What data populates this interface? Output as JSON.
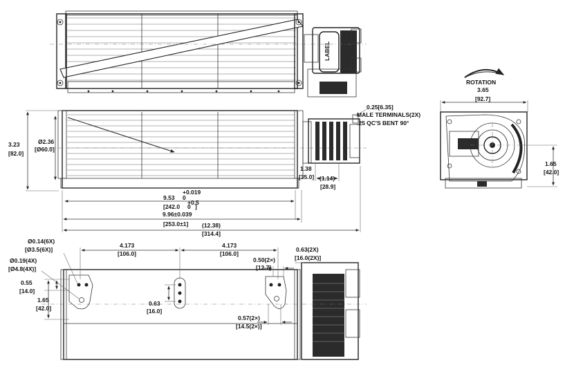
{
  "drawing": {
    "label_text": "LABEL",
    "rotation_text": "ROTATION",
    "dimensions": {
      "width_365": "3.65",
      "width_927": "[92.7]",
      "right_165": "1.65",
      "right_420": "[42.0]",
      "terminals_025": "0.25[6.35]",
      "terminals_male": "MALE TERMINALS(2X)",
      "terminals_qc": ".25 QC'S BENT 90°",
      "height_323": "3.23",
      "height_820": "[82.0]",
      "dia_236": "Ø2.36",
      "dia_600": "[Ø60.0]",
      "d_138": "1.38",
      "d_350": "[35.0]",
      "d_114": "(1.14)",
      "d_289": "[28.9]",
      "len_953": "9.53",
      "len_953_tol_plus": "+0.019",
      "len_953_tol_minus": "0",
      "len_2420": "[242.0",
      "len_2420_tol_plus": "+0.5",
      "len_2420_tol_minus": "0",
      "len_2420_close": "]",
      "len_996": "9.96±0.039",
      "len_2530": "[253.0±1]",
      "len_1238": "(12.38)",
      "len_3144": "[314.4]",
      "hole_014": "Ø0.14(6X)",
      "hole_035": "[Ø3.5(6X)]",
      "hole_019": "Ø0.19(4X)",
      "hole_048": "[Ø4.8(4X)]",
      "s_4173_a": "4.173",
      "s_1060_a": "[106.0]",
      "s_4173_b": "4.173",
      "s_1060_b": "[106.0]",
      "s_050": "0.50(2×)",
      "s_127": "[12.7]",
      "s_063_2x": "0.63(2X)",
      "s_160_2x": "[16.0(2X)]",
      "s_055": "0.55",
      "s_140": "[14.0]",
      "s_165": "1.65",
      "s_420": "[42.0]",
      "s_063": "0.63",
      "s_160": "[16.0]",
      "s_057": "0.57(2×)",
      "s_145": "[14.5(2×)]"
    }
  }
}
